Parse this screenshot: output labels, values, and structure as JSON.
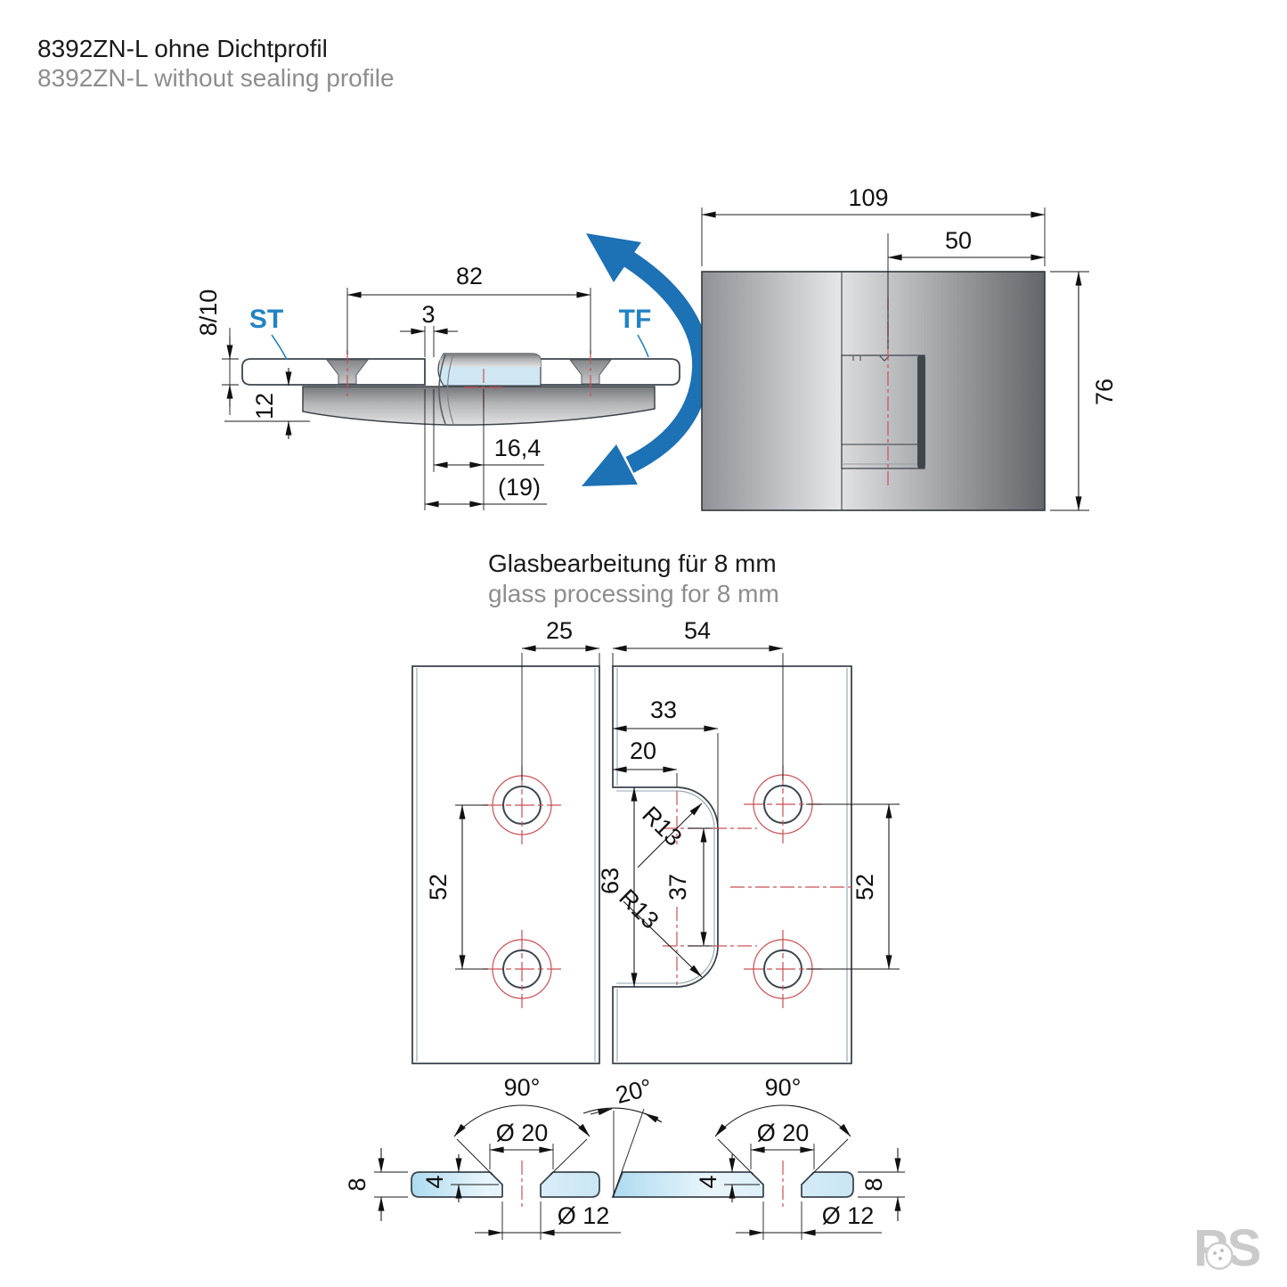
{
  "header": {
    "title_de": "8392ZN-L ohne Dichtprofil",
    "title_en": "8392ZN-L without sealing profile"
  },
  "glass_section": {
    "title_de": "Glasbearbeitung für 8 mm",
    "title_en": "glass processing for 8 mm"
  },
  "side_view": {
    "labels": {
      "st": "ST",
      "tf": "TF"
    },
    "dims": {
      "width_82": "82",
      "gap_3": "3",
      "glass_8_10": "8/10",
      "body_12": "12",
      "pivot_16_4": "16,4",
      "pivot_19": "(19)"
    }
  },
  "front_view": {
    "dims": {
      "width_109": "109",
      "center_50": "50",
      "height_76": "76"
    }
  },
  "glass_processing": {
    "dims": {
      "left_25": "25",
      "right_54": "54",
      "notch_33": "33",
      "notch_20": "20",
      "holes_left_52": "52",
      "notch_63": "63",
      "notch_37": "37",
      "holes_right_52": "52",
      "radius_top": "R13",
      "radius_bottom": "R13"
    }
  },
  "profiles": {
    "dims": {
      "angle_left_90": "90°",
      "angle_right_90": "90°",
      "bevel_20": "20°",
      "dia20_left": "Ø 20",
      "dia20_right": "Ø 20",
      "dia12_left": "Ø 12",
      "dia12_right": "Ø 12",
      "depth4_left": "4",
      "depth4_right": "4",
      "thick8_left": "8",
      "thick8_right": "8"
    }
  },
  "logo": {
    "text": "PS"
  },
  "colors": {
    "accent_blue": "#2383c4",
    "arrow_blue": "#1d71b5",
    "centerline_red": "#cc4f55",
    "glass_blue": "#a5d4ea"
  }
}
